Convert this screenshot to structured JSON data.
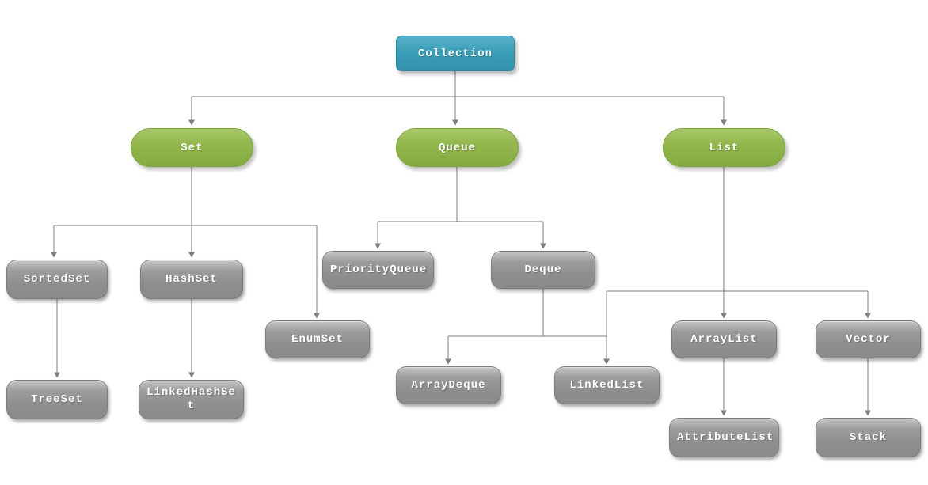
{
  "diagram": {
    "nodes": {
      "collection": {
        "label": "Collection",
        "style": "teal"
      },
      "set": {
        "label": "Set",
        "style": "green"
      },
      "queue": {
        "label": "Queue",
        "style": "green"
      },
      "list": {
        "label": "List",
        "style": "green"
      },
      "sortedset": {
        "label": "SortedSet",
        "style": "gray"
      },
      "hashset": {
        "label": "HashSet",
        "style": "gray"
      },
      "priorityqueue": {
        "label": "PriorityQueue",
        "style": "gray"
      },
      "deque": {
        "label": "Deque",
        "style": "gray"
      },
      "enumset": {
        "label": "EnumSet",
        "style": "gray"
      },
      "treeset": {
        "label": "TreeSet",
        "style": "gray"
      },
      "linkedhashset": {
        "label": "LinkedHashSet",
        "style": "gray"
      },
      "arraydeque": {
        "label": "ArrayDeque",
        "style": "gray"
      },
      "linkedlist": {
        "label": "LinkedList",
        "style": "gray"
      },
      "arraylist": {
        "label": "ArrayList",
        "style": "gray"
      },
      "vector": {
        "label": "Vector",
        "style": "gray"
      },
      "attributelist": {
        "label": "AttributeList",
        "style": "gray"
      },
      "stack": {
        "label": "Stack",
        "style": "gray"
      }
    },
    "edges": [
      {
        "from": "collection",
        "to": "set"
      },
      {
        "from": "collection",
        "to": "queue"
      },
      {
        "from": "collection",
        "to": "list"
      },
      {
        "from": "set",
        "to": "sortedset"
      },
      {
        "from": "set",
        "to": "hashset"
      },
      {
        "from": "set",
        "to": "enumset"
      },
      {
        "from": "sortedset",
        "to": "treeset"
      },
      {
        "from": "hashset",
        "to": "linkedhashset"
      },
      {
        "from": "queue",
        "to": "priorityqueue"
      },
      {
        "from": "queue",
        "to": "deque"
      },
      {
        "from": "deque",
        "to": "arraydeque"
      },
      {
        "from": "deque",
        "to": "linkedlist"
      },
      {
        "from": "list",
        "to": "linkedlist"
      },
      {
        "from": "list",
        "to": "arraylist"
      },
      {
        "from": "list",
        "to": "vector"
      },
      {
        "from": "arraylist",
        "to": "attributelist"
      },
      {
        "from": "vector",
        "to": "stack"
      }
    ]
  },
  "colors": {
    "node-teal": "#3a9fb8",
    "node-teal-dark": "#2f8aa3",
    "node-green": "#92b74c",
    "node-green-dark": "#7ea43c",
    "node-gray": "#8f8f8f",
    "node-gray-light": "#c6c6c6",
    "node-gray-dark": "#7c7c7c",
    "connector": "#7e7e7e",
    "label-text": "#ffffff",
    "background": "#ffffff"
  }
}
